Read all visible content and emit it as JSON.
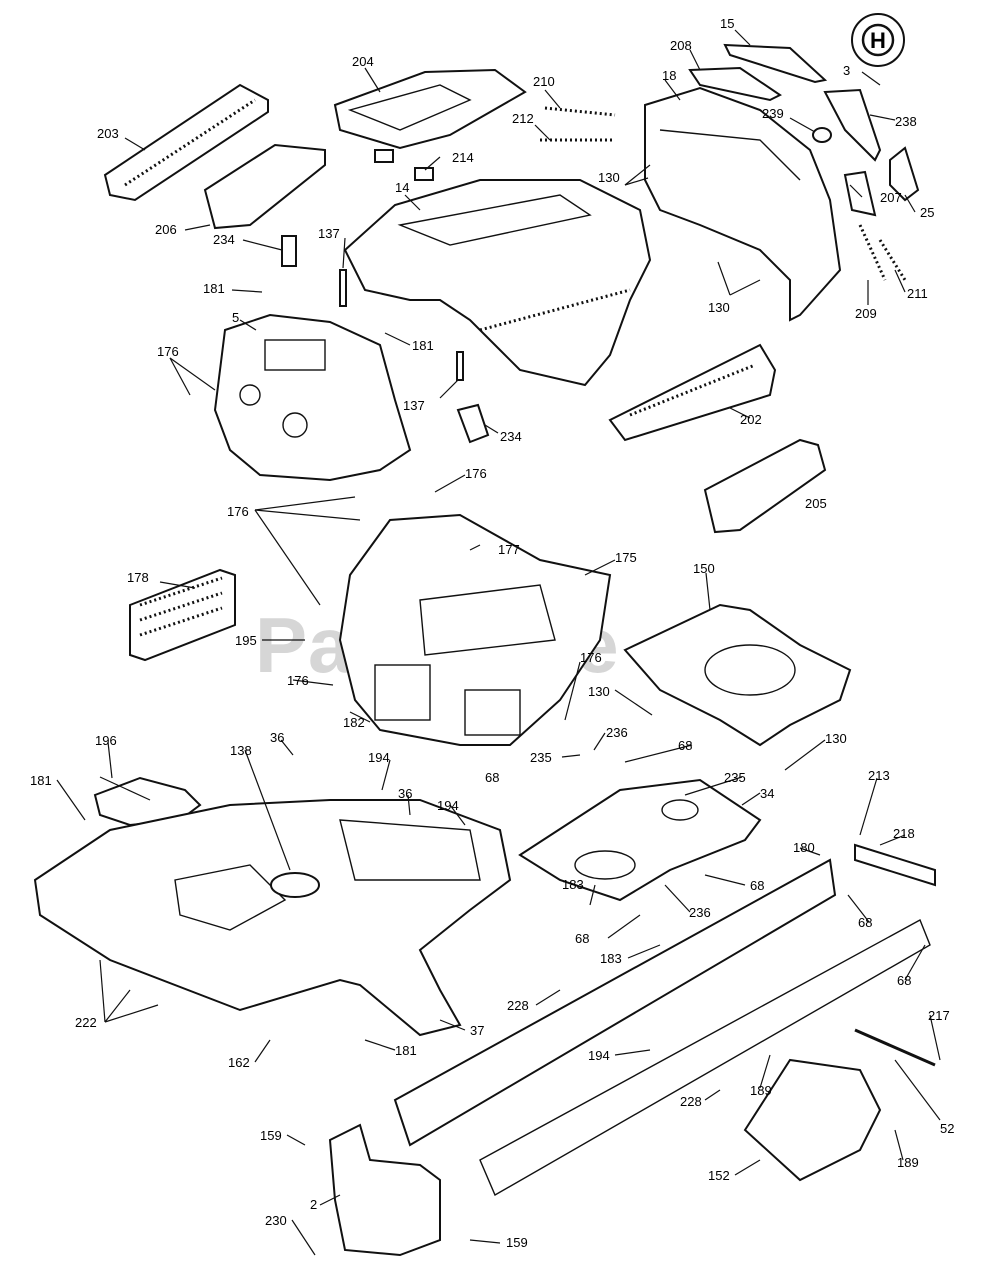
{
  "watermark": "PartsTree",
  "logo_letter": "H",
  "callouts": [
    {
      "id": "c15",
      "text": "15"
    },
    {
      "id": "c208",
      "text": "208"
    },
    {
      "id": "c3",
      "text": "3"
    },
    {
      "id": "c204",
      "text": "204"
    },
    {
      "id": "c18",
      "text": "18"
    },
    {
      "id": "c210",
      "text": "210"
    },
    {
      "id": "c203",
      "text": "203"
    },
    {
      "id": "c212",
      "text": "212"
    },
    {
      "id": "c239",
      "text": "239"
    },
    {
      "id": "c238",
      "text": "238"
    },
    {
      "id": "c214",
      "text": "214"
    },
    {
      "id": "c130a",
      "text": "130"
    },
    {
      "id": "c14",
      "text": "14"
    },
    {
      "id": "c207",
      "text": "207"
    },
    {
      "id": "c25",
      "text": "25"
    },
    {
      "id": "c206",
      "text": "206"
    },
    {
      "id": "c137a",
      "text": "137"
    },
    {
      "id": "c234a",
      "text": "234"
    },
    {
      "id": "c181a",
      "text": "181"
    },
    {
      "id": "c130b",
      "text": "130"
    },
    {
      "id": "c209",
      "text": "209"
    },
    {
      "id": "c211",
      "text": "211"
    },
    {
      "id": "c5",
      "text": "5"
    },
    {
      "id": "c181b",
      "text": "181"
    },
    {
      "id": "c176a",
      "text": "176"
    },
    {
      "id": "c137b",
      "text": "137"
    },
    {
      "id": "c234b",
      "text": "234"
    },
    {
      "id": "c202",
      "text": "202"
    },
    {
      "id": "c176b",
      "text": "176"
    },
    {
      "id": "c176c",
      "text": "176"
    },
    {
      "id": "c205",
      "text": "205"
    },
    {
      "id": "c177",
      "text": "177"
    },
    {
      "id": "c175",
      "text": "175"
    },
    {
      "id": "c178",
      "text": "178"
    },
    {
      "id": "c150",
      "text": "150"
    },
    {
      "id": "c195",
      "text": "195"
    },
    {
      "id": "c176d",
      "text": "176"
    },
    {
      "id": "c176e",
      "text": "176"
    },
    {
      "id": "c130c",
      "text": "130"
    },
    {
      "id": "c182",
      "text": "182"
    },
    {
      "id": "c130d",
      "text": "130"
    },
    {
      "id": "c196",
      "text": "196"
    },
    {
      "id": "c138",
      "text": "138"
    },
    {
      "id": "c36a",
      "text": "36"
    },
    {
      "id": "c236a",
      "text": "236"
    },
    {
      "id": "c235a",
      "text": "235"
    },
    {
      "id": "c68a",
      "text": "68"
    },
    {
      "id": "c181c",
      "text": "181"
    },
    {
      "id": "c194a",
      "text": "194"
    },
    {
      "id": "c36b",
      "text": "36"
    },
    {
      "id": "c68b",
      "text": "68"
    },
    {
      "id": "c235b",
      "text": "235"
    },
    {
      "id": "c194b",
      "text": "194"
    },
    {
      "id": "c34",
      "text": "34"
    },
    {
      "id": "c213",
      "text": "213"
    },
    {
      "id": "c218",
      "text": "218"
    },
    {
      "id": "c180",
      "text": "180"
    },
    {
      "id": "c183a",
      "text": "183"
    },
    {
      "id": "c68c",
      "text": "68"
    },
    {
      "id": "c68d",
      "text": "68"
    },
    {
      "id": "c236b",
      "text": "236"
    },
    {
      "id": "c183b",
      "text": "183"
    },
    {
      "id": "c68e",
      "text": "68"
    },
    {
      "id": "c68f",
      "text": "68"
    },
    {
      "id": "c222",
      "text": "222"
    },
    {
      "id": "c228a",
      "text": "228"
    },
    {
      "id": "c37",
      "text": "37"
    },
    {
      "id": "c217",
      "text": "217"
    },
    {
      "id": "c181d",
      "text": "181"
    },
    {
      "id": "c194c",
      "text": "194"
    },
    {
      "id": "c162",
      "text": "162"
    },
    {
      "id": "c189a",
      "text": "189"
    },
    {
      "id": "c228b",
      "text": "228"
    },
    {
      "id": "c52",
      "text": "52"
    },
    {
      "id": "c159a",
      "text": "159"
    },
    {
      "id": "c2",
      "text": "2"
    },
    {
      "id": "c152",
      "text": "152"
    },
    {
      "id": "c189b",
      "text": "189"
    },
    {
      "id": "c230",
      "text": "230"
    },
    {
      "id": "c159b",
      "text": "159"
    }
  ]
}
